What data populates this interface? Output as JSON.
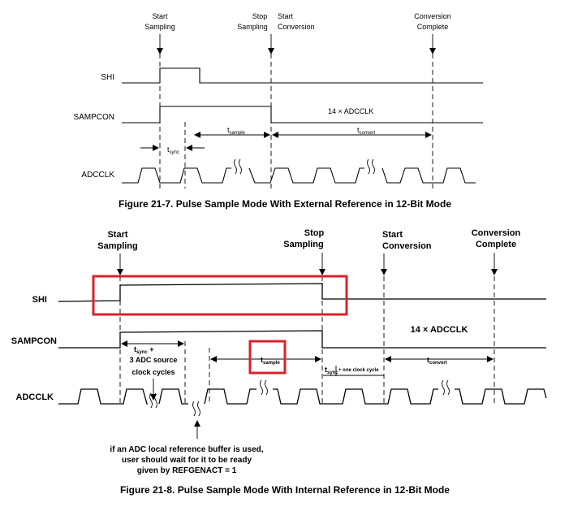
{
  "fig7": {
    "markers": {
      "start_sampling_1": "Start",
      "start_sampling_2": "Sampling",
      "stop_sampling_1": "Stop",
      "stop_sampling_2": "Sampling",
      "start_conversion_1": "Start",
      "start_conversion_2": "Conversion",
      "conversion_complete_1": "Conversion",
      "conversion_complete_2": "Complete"
    },
    "signals": {
      "shi": "SHI",
      "sampcon": "SAMPCON",
      "adcclk": "ADCCLK"
    },
    "clock_note": "14 × ADCCLK",
    "timing": {
      "t_sync": "t",
      "t_sync_sub": "sync",
      "t_sample": "t",
      "t_sample_sub": "sample",
      "t_convert": "t",
      "t_convert_sub": "convert"
    },
    "caption": "Figure 21-7. Pulse Sample Mode With External Reference in 12-Bit Mode"
  },
  "fig8": {
    "markers": {
      "start_sampling_1": "Start",
      "start_sampling_2": "Sampling",
      "stop_sampling_1": "Stop",
      "stop_sampling_2": "Sampling",
      "start_conversion_1": "Start",
      "start_conversion_2": "Conversion",
      "conversion_complete_1": "Conversion",
      "conversion_complete_2": "Complete"
    },
    "signals": {
      "shi": "SHI",
      "sampcon": "SAMPCON",
      "adcclk": "ADCCLK"
    },
    "clock_note": "14 × ADCCLK",
    "timing": {
      "t_sync_plus_1": "t",
      "t_sync_plus_sub": "sync",
      "t_sync_plus_tail": " +",
      "t_sync_plus_2": "3 ADC source",
      "t_sync_plus_3": "clock cycles",
      "t_sample": "t",
      "t_sample_sub": "sample",
      "t_sync_one": "t",
      "t_sync_one_sub": "sync",
      "t_sync_one_tail": "+ one clock cycle",
      "t_convert": "t",
      "t_convert_sub": "convert"
    },
    "note": [
      "if an ADC local reference buffer is used,",
      "user should wait for it to be ready",
      "given by REFGENACT = 1"
    ],
    "caption": "Figure 21-8. Pulse Sample Mode With Internal Reference in 12-Bit Mode"
  },
  "highlight_color": "#d9232b"
}
